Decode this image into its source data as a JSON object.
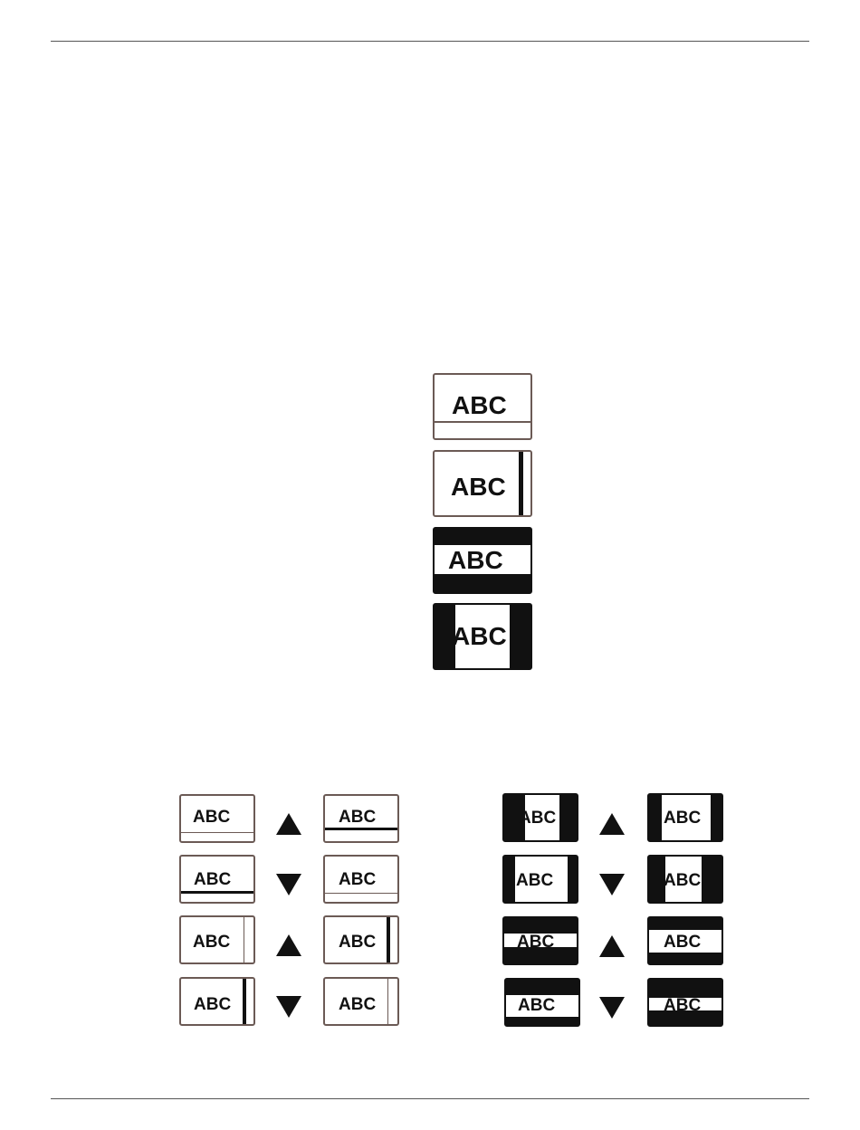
{
  "sample_text": "ABC",
  "colors": {
    "ink": "#111111",
    "frame": "#6b5a55",
    "rule": "#555555"
  },
  "large_examples": [
    {
      "label": "ABC",
      "style": "bottom-line"
    },
    {
      "label": "ABC",
      "style": "right-line"
    },
    {
      "label": "ABC",
      "style": "horizontal-band"
    },
    {
      "label": "ABC",
      "style": "vertical-band"
    }
  ],
  "transitions_left": [
    {
      "from": "ABC",
      "arrow": "up-arrow-icon",
      "to": "ABC"
    },
    {
      "from": "ABC",
      "arrow": "down-arrow-icon",
      "to": "ABC"
    },
    {
      "from": "ABC",
      "arrow": "up-arrow-icon",
      "to": "ABC"
    },
    {
      "from": "ABC",
      "arrow": "down-arrow-icon",
      "to": "ABC"
    }
  ],
  "transitions_right": [
    {
      "from": "ABC",
      "arrow": "up-arrow-icon",
      "to": "ABC"
    },
    {
      "from": "ABC",
      "arrow": "down-arrow-icon",
      "to": "ABC"
    },
    {
      "from": "ABC",
      "arrow": "up-arrow-icon",
      "to": "ABC"
    },
    {
      "from": "ABC",
      "arrow": "down-arrow-icon",
      "to": "ABC"
    }
  ]
}
